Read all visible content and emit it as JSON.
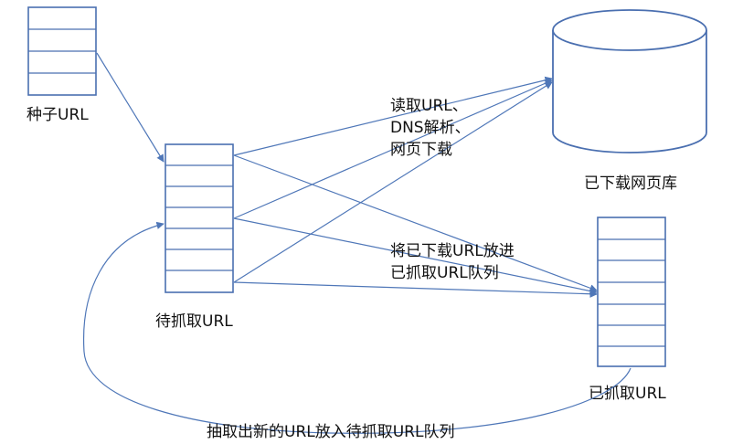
{
  "labels": {
    "seed_url": "种子URL",
    "pending_url": "待抓取URL",
    "db_label": "已下载网页库",
    "crawled_url": "已抓取URL",
    "step_read": [
      "读取URL、",
      "DNS解析、",
      "网页下载"
    ],
    "step_move": [
      "将已下载URL放进",
      "已抓取URL队列"
    ],
    "loop_text": "抽取出新的URL放入待抓取URL队列"
  },
  "colors": {
    "box_stroke": "#4a6fb0",
    "arrow": "#4f77b8",
    "divider": "#4a6fb0",
    "text": "#111111"
  }
}
